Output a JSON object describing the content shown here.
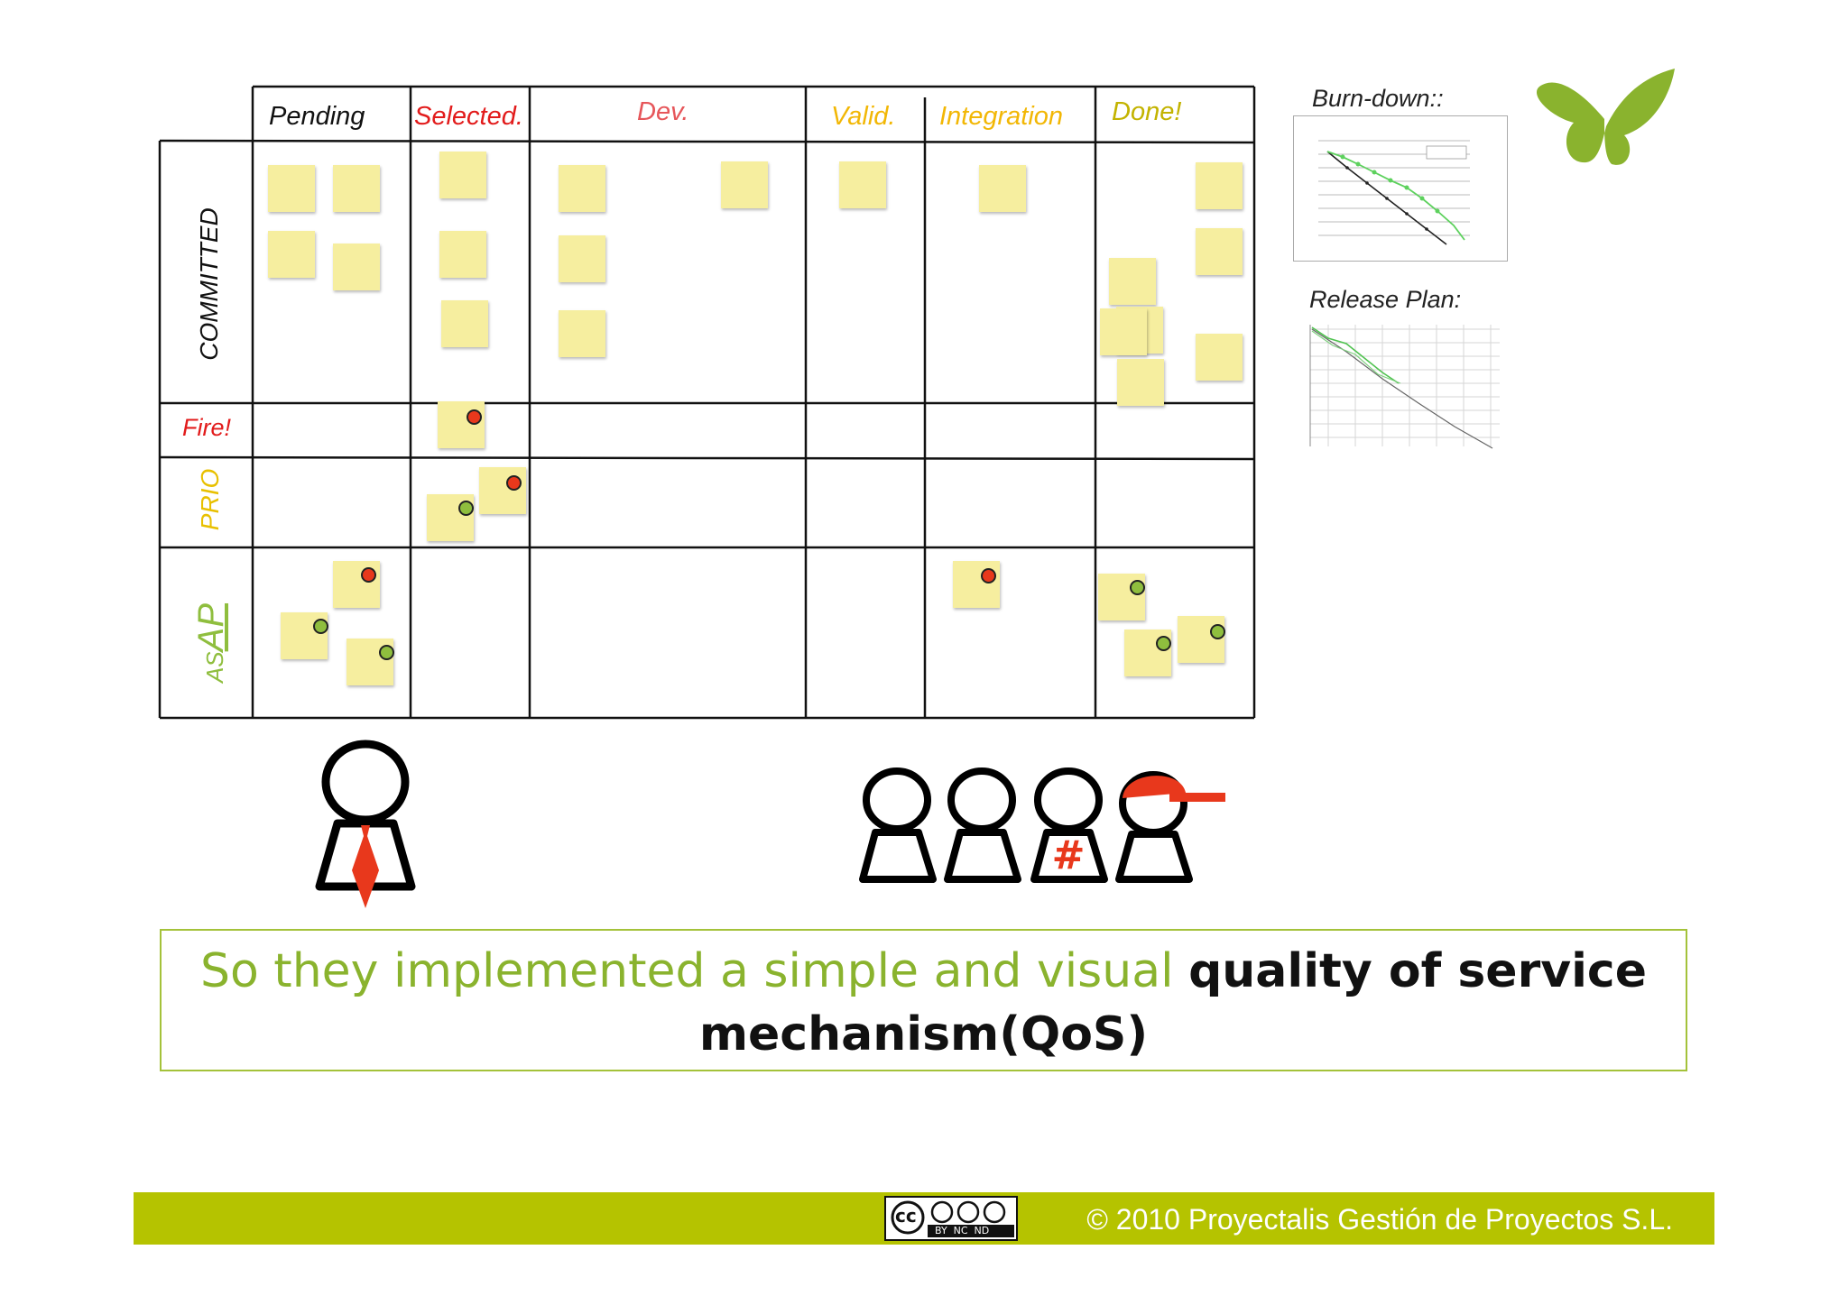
{
  "board": {
    "columns": [
      {
        "label": "Pending",
        "color": "#111111"
      },
      {
        "label": "Selected.",
        "color": "#e21b1b"
      },
      {
        "label": "Dev.",
        "color": "#e6565a"
      },
      {
        "label": "Valid.",
        "color": "#f2b705"
      },
      {
        "label": "Integration",
        "color": "#f2b705"
      },
      {
        "label": "Done!",
        "color": "#c3b300"
      }
    ],
    "rows": [
      {
        "label": "COMMITTED",
        "color": "#111111"
      },
      {
        "label": "Fire!",
        "color": "#e21b1b"
      },
      {
        "label": "PRIO",
        "color": "#e8c000"
      },
      {
        "label": "AS",
        "label2": "AP",
        "color": "#8fbe3e"
      }
    ]
  },
  "charts": {
    "burndown_title": "Burn-down::",
    "release_title": "Release Plan:"
  },
  "caption": {
    "light": "So they implemented a simple and visual ",
    "bold1": "quality of service",
    "bold2": "mechanism(QoS)"
  },
  "footer": {
    "copyright": "© 2010 Proyectalis Gestión de Proyectos S.L.",
    "cc_label": "cc",
    "cc_terms": "BY  NC  ND"
  },
  "colors": {
    "accent_green": "#8ab32e",
    "footer_bar": "#b5c300",
    "sticky_note": "#f6ee9f"
  },
  "icons": {
    "logo": "butterfly-logo-icon",
    "manager": "manager-with-tie-icon",
    "team": "team-members-icon"
  }
}
